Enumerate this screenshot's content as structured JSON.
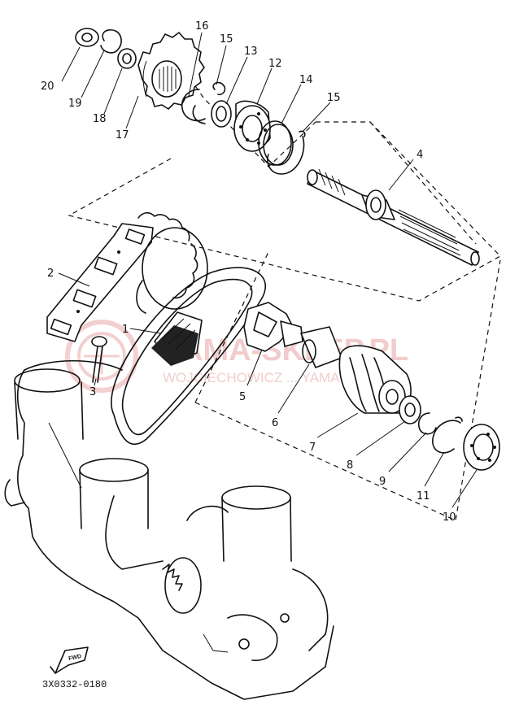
{
  "diagram": {
    "drawing_code": "3X0332-0180",
    "fwd_label": "FWD",
    "watermark": {
      "main": "AMA-SKLEP.PL",
      "sub": "WOJCIECHOWICZ ... YAMAHA"
    },
    "callouts": {
      "p1": "1",
      "p2": "2",
      "p3": "3",
      "p4": "4",
      "p5": "5",
      "p6": "6",
      "p7": "7",
      "p8": "8",
      "p9": "9",
      "p10": "10",
      "p11": "11",
      "p12": "12",
      "p13": "13",
      "p14": "14",
      "p15a": "15",
      "p15b": "15",
      "p16": "16",
      "p17": "17",
      "p18": "18",
      "p19": "19",
      "p20": "20"
    }
  }
}
